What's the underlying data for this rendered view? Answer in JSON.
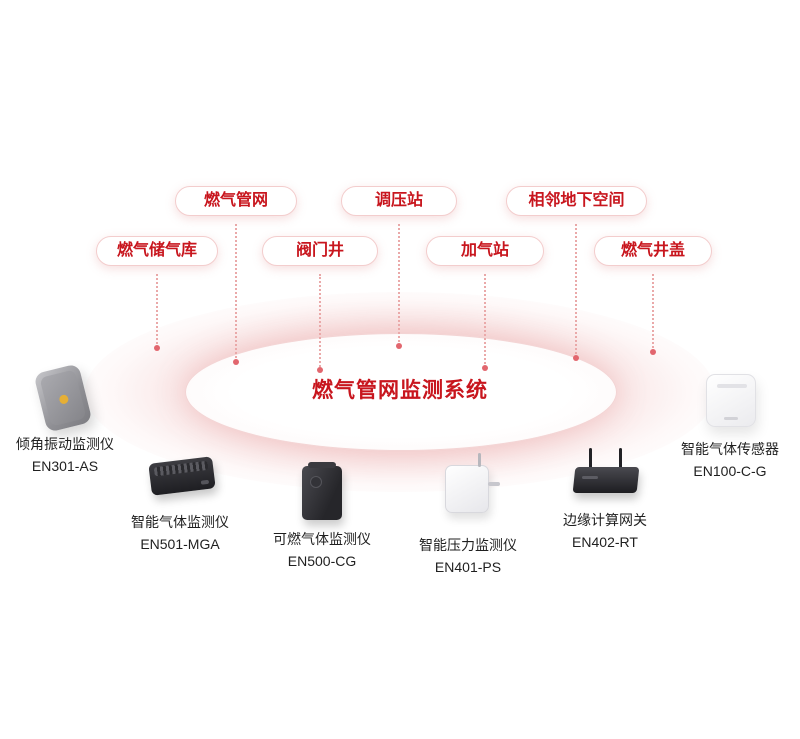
{
  "title": "燃气管网监测系统",
  "tags": [
    {
      "label": "燃气管网"
    },
    {
      "label": "调压站"
    },
    {
      "label": "相邻地下空间"
    },
    {
      "label": "燃气储气库"
    },
    {
      "label": "阀门井"
    },
    {
      "label": "加气站"
    },
    {
      "label": "燃气井盖"
    }
  ],
  "devices": [
    {
      "name": "倾角振动监测仪",
      "model": "EN301-AS"
    },
    {
      "name": "智能气体监测仪",
      "model": "EN501-MGA"
    },
    {
      "name": "可燃气体监测仪",
      "model": "EN500-CG"
    },
    {
      "name": "智能压力监测仪",
      "model": "EN401-PS"
    },
    {
      "name": "边缘计算网关",
      "model": "EN402-RT"
    },
    {
      "name": "智能气体传感器",
      "model": "EN100-C-G"
    }
  ],
  "colors": {
    "accent": "#c8161e",
    "pill_border": "#f3cdcd",
    "glow_pink": "#f3cccc"
  }
}
